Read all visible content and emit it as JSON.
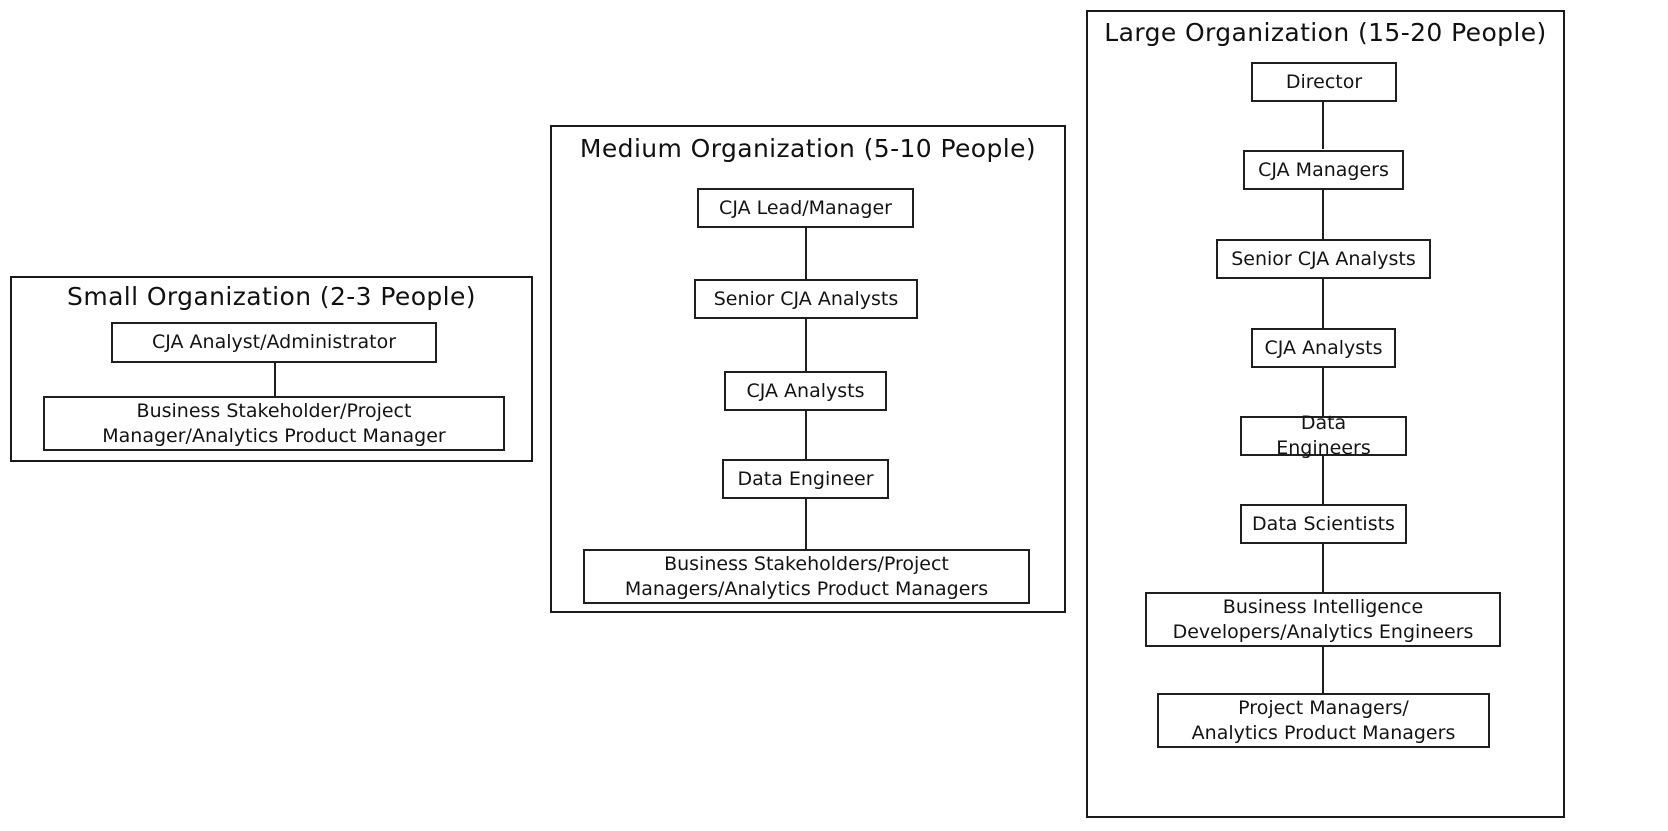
{
  "diagram": {
    "title_text_style": "hand-drawn org chart",
    "groups": [
      {
        "id": "small-organization",
        "title": "Small Organization (2-3 People)",
        "nodes": [
          {
            "id": "cja-analyst-administrator",
            "label": "CJA Analyst/Administrator"
          },
          {
            "id": "business-stakeholder-project-manager",
            "label": "Business Stakeholder/Project\nManager/Analytics Product Manager"
          }
        ],
        "edges": [
          {
            "from": "cja-analyst-administrator",
            "to": "business-stakeholder-project-manager"
          }
        ]
      },
      {
        "id": "medium-organization",
        "title": "Medium Organization (5-10 People)",
        "nodes": [
          {
            "id": "cja-lead-manager",
            "label": "CJA Lead/Manager"
          },
          {
            "id": "senior-cja-analysts",
            "label": "Senior CJA Analysts"
          },
          {
            "id": "cja-analysts",
            "label": "CJA Analysts"
          },
          {
            "id": "data-engineer",
            "label": "Data Engineer"
          },
          {
            "id": "business-stakeholders-project-managers",
            "label": "Business Stakeholders/Project\nManagers/Analytics Product Managers"
          }
        ],
        "edges": [
          {
            "from": "cja-lead-manager",
            "to": "senior-cja-analysts"
          },
          {
            "from": "senior-cja-analysts",
            "to": "cja-analysts"
          },
          {
            "from": "cja-analysts",
            "to": "data-engineer"
          },
          {
            "from": "data-engineer",
            "to": "business-stakeholders-project-managers"
          }
        ]
      },
      {
        "id": "large-organization",
        "title": "Large Organization (15-20 People)",
        "nodes": [
          {
            "id": "director",
            "label": "Director"
          },
          {
            "id": "cja-managers",
            "label": "CJA Managers"
          },
          {
            "id": "senior-cja-analysts",
            "label": "Senior CJA Analysts"
          },
          {
            "id": "cja-analysts",
            "label": "CJA Analysts"
          },
          {
            "id": "data-engineers",
            "label": "Data Engineers"
          },
          {
            "id": "data-scientists",
            "label": "Data Scientists"
          },
          {
            "id": "bi-developers-analytics-engineers",
            "label": "Business Intelligence\nDevelopers/Analytics Engineers"
          },
          {
            "id": "project-managers-analytics-product-managers",
            "label": "Project Managers/\nAnalytics Product Managers"
          }
        ],
        "edges": [
          {
            "from": "director",
            "to": "cja-managers"
          },
          {
            "from": "cja-managers",
            "to": "senior-cja-analysts"
          },
          {
            "from": "senior-cja-analysts",
            "to": "cja-analysts"
          },
          {
            "from": "cja-analysts",
            "to": "data-engineers"
          },
          {
            "from": "data-engineers",
            "to": "data-scientists"
          },
          {
            "from": "data-scientists",
            "to": "bi-developers-analytics-engineers"
          },
          {
            "from": "bi-developers-analytics-engineers",
            "to": "project-managers-analytics-product-managers"
          }
        ]
      }
    ],
    "colors": {
      "stroke": "#1a1a1a",
      "fill": "#ffffff",
      "text": "#131313"
    }
  }
}
